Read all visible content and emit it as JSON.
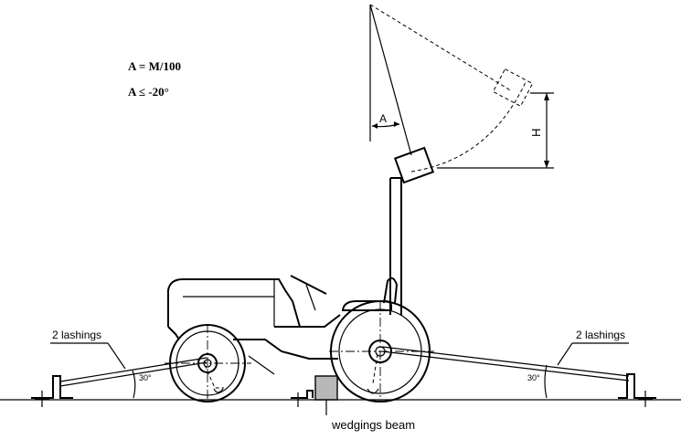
{
  "formula": {
    "line1": "A = M/100",
    "line2": "A ≤ -20°"
  },
  "labels": {
    "angle_a": "A",
    "height_h": "H",
    "lashings_left": "2 lashings",
    "lashings_right": "2 lashings",
    "wedging": "wedgings beam"
  }
}
